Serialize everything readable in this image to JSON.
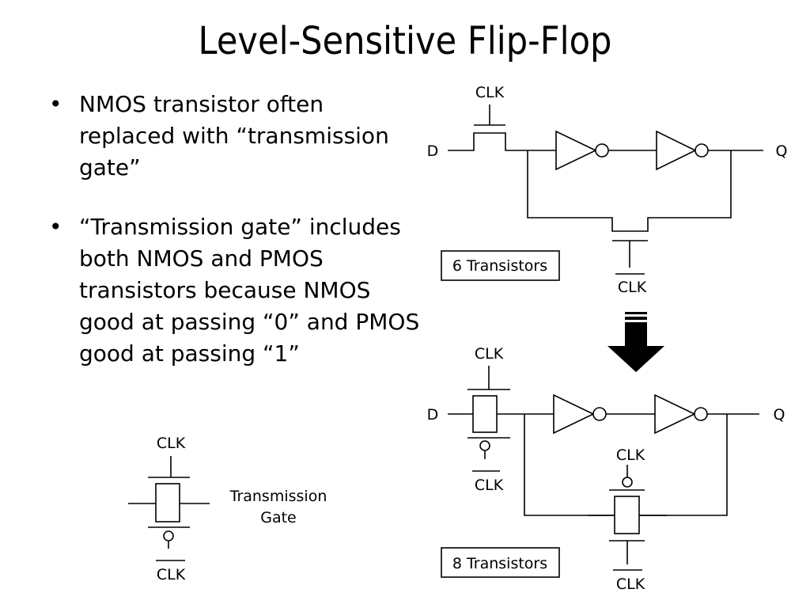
{
  "slide": {
    "title": "Level-Sensitive Flip-Flop",
    "bullet_char": "•",
    "bullets": [
      "NMOS transistor often replaced with “transmission gate”",
      "“Transmission gate” includes both NMOS and PMOS transistors because NMOS good at passing “0” and PMOS good at passing “1”"
    ]
  },
  "transmission_gate": {
    "clk_top": "CLK",
    "clk_bottom": "CLK",
    "caption_line1": "Transmission",
    "caption_line2": "Gate"
  },
  "circuit_top": {
    "clk_label": "CLK",
    "input_label": "D",
    "output_label": "Q",
    "feedback_clk_label": "CLK",
    "count_label": "6 Transistors"
  },
  "circuit_bottom": {
    "clk_top_label": "CLK",
    "clk_bottom_label": "CLK",
    "input_label": "D",
    "output_label": "Q",
    "feedback_clk_top_label": "CLK",
    "feedback_clk_bottom_label": "CLK",
    "count_label": "8 Transistors"
  },
  "arrow_icon": "down-arrow-icon"
}
